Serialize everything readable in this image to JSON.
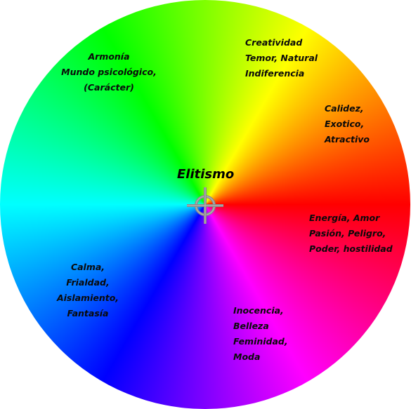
{
  "center": {
    "title": "Elitismo",
    "icon": "crosshair-icon"
  },
  "segments": [
    {
      "lines": [
        "Armonía",
        "Mundo psicológico,",
        "(Carácter)"
      ]
    },
    {
      "lines": [
        "Creatividad",
        "Temor, Natural",
        "Indiferencia"
      ]
    },
    {
      "lines": [
        "Calidez,",
        "Exotico,",
        "Atractivo"
      ]
    },
    {
      "lines": [
        "Energía, Amor",
        "Pasión, Peligro,",
        "Poder, hostilidad"
      ]
    },
    {
      "lines": [
        "Inocencia,",
        "Belleza",
        "Feminidad,",
        "Moda"
      ]
    },
    {
      "lines": [
        "Calma,",
        "Frialdad,",
        "Aislamiento,",
        "Fantasía"
      ]
    }
  ]
}
